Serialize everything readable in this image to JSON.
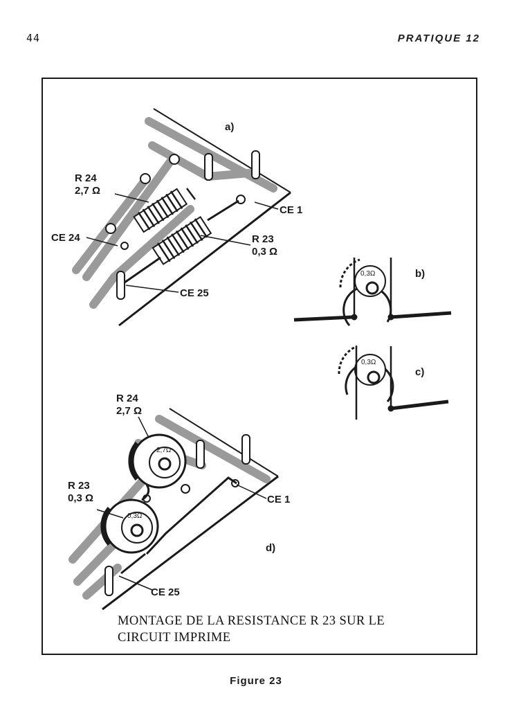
{
  "header": {
    "page_number": "44",
    "running_title": "PRATIQUE 12"
  },
  "figure": {
    "panel_a": {
      "letter": "a)",
      "r24_name": "R 24",
      "r24_value": "2,7 Ω",
      "r23_name": "R 23",
      "r23_value": "0,3 Ω",
      "ce1": "CE 1",
      "ce24": "CE 24",
      "ce25": "CE 25"
    },
    "panel_b": {
      "letter": "b)",
      "resistor_value": "0,3Ω"
    },
    "panel_c": {
      "letter": "c)",
      "resistor_value": "0,3Ω"
    },
    "panel_d": {
      "letter": "d)",
      "r24_name": "R 24",
      "r24_value": "2,7 Ω",
      "r23_name": "R 23",
      "r23_value": "0,3 Ω",
      "r24_inner": "2,7Ω",
      "r23_inner": "0,3Ω",
      "ce1": "CE 1",
      "ce25": "CE 25"
    },
    "caption_line1": "MONTAGE DE LA RESISTANCE R 23 SUR LE",
    "caption_line2": "CIRCUIT IMPRIME",
    "label": "Figure 23"
  }
}
